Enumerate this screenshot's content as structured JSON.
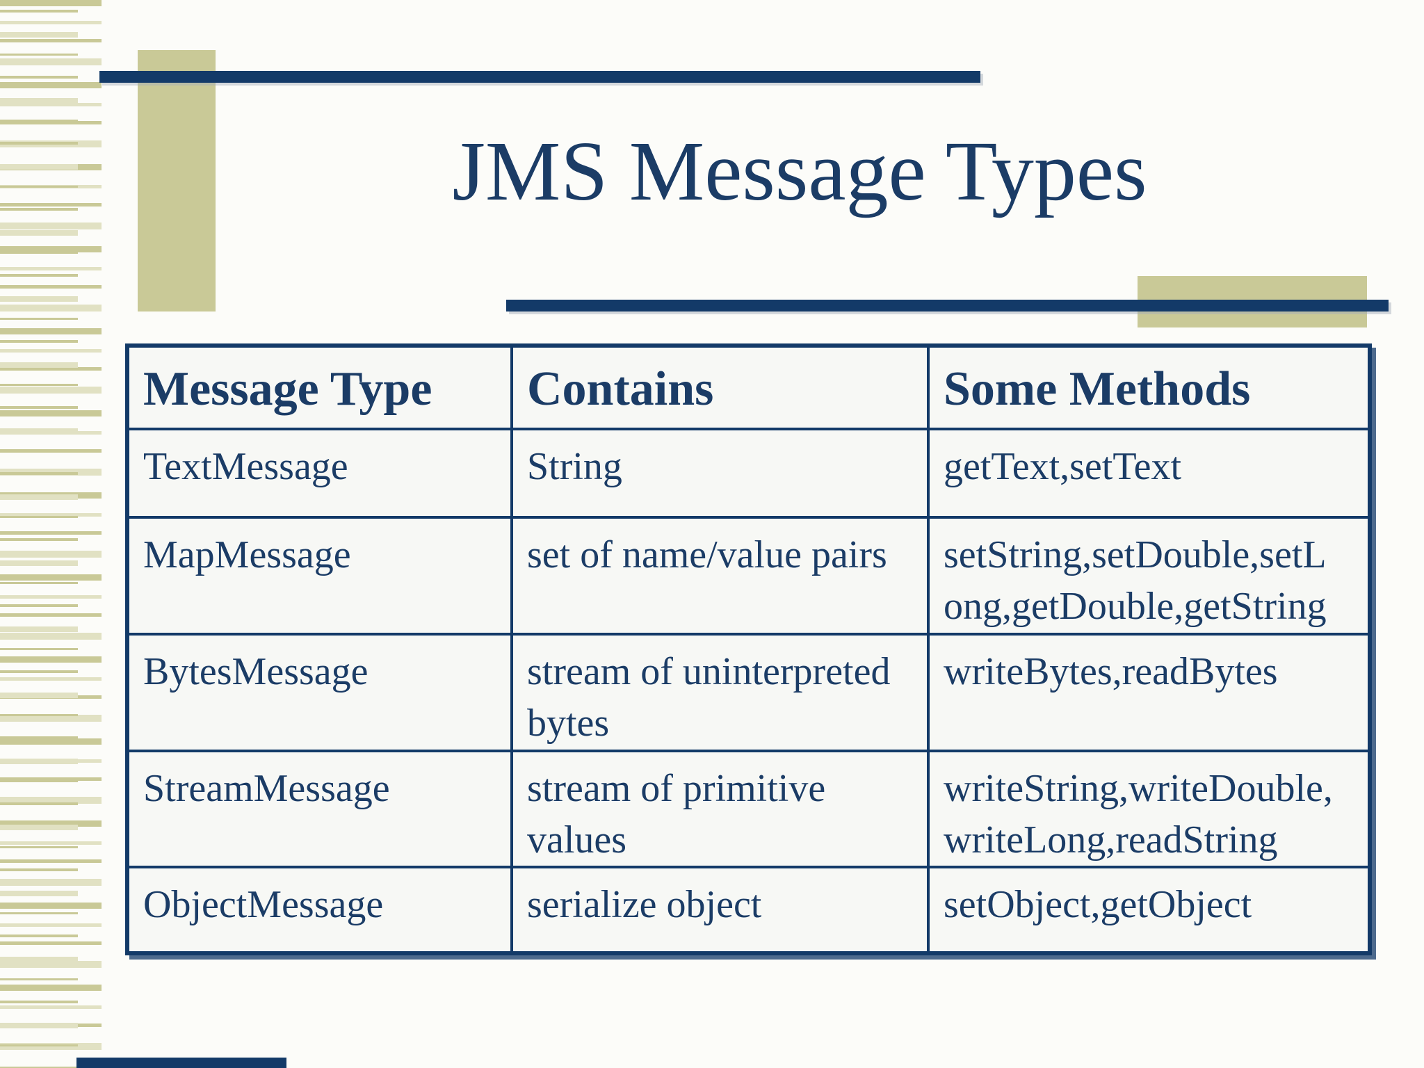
{
  "slide": {
    "title": "JMS Message Types"
  },
  "table": {
    "headers": [
      "Message Type",
      "Contains",
      "Some Methods"
    ],
    "rows": [
      {
        "type": "TextMessage",
        "contains": "String",
        "methods": "getText,setText"
      },
      {
        "type": "MapMessage",
        "contains": "set of name/value pairs",
        "methods": "setString,setDouble,setLong,getDouble,getString"
      },
      {
        "type": "BytesMessage",
        "contains": "stream of uninterpreted bytes",
        "methods": "writeBytes,readBytes"
      },
      {
        "type": "StreamMessage",
        "contains": "stream of primitive values",
        "methods": "writeString,writeDouble,writeLong,readString"
      },
      {
        "type": "ObjectMessage",
        "contains": "serialize object",
        "methods": "setObject,getObject"
      }
    ]
  },
  "colors": {
    "navy": "#133A68",
    "text_navy": "#1B3C66",
    "tan": "#C9C997",
    "tan_light": "#E1E1C3",
    "slide_bg": "#FCFCF9",
    "cell_bg": "#F7F8F5"
  }
}
